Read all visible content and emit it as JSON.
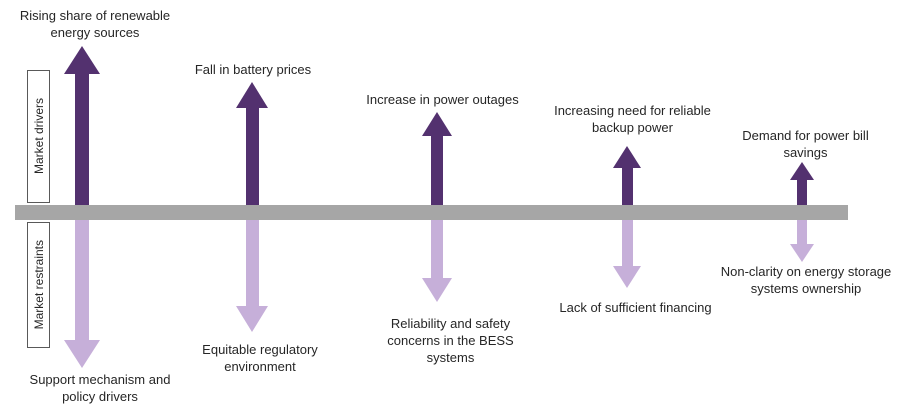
{
  "axis": {
    "drivers_label": "Market drivers",
    "restraints_label": "Market restraints"
  },
  "colors": {
    "driver_arrow": "#53316f",
    "restraint_arrow": "#c6afd9",
    "baseline_bar": "#a6a6a6"
  },
  "items": [
    {
      "driver": "Rising share of renewable energy sources",
      "restraint": "Support mechanism and policy drivers"
    },
    {
      "driver": "Fall in battery prices",
      "restraint": "Equitable regulatory environment"
    },
    {
      "driver": "Increase in power outages",
      "restraint": "Reliability and safety concerns in the BESS systems"
    },
    {
      "driver": "Increasing need for reliable backup power",
      "restraint": "Lack of sufficient financing"
    },
    {
      "driver": "Demand for power bill savings",
      "restraint": "Non-clarity on energy storage systems ownership"
    }
  ]
}
